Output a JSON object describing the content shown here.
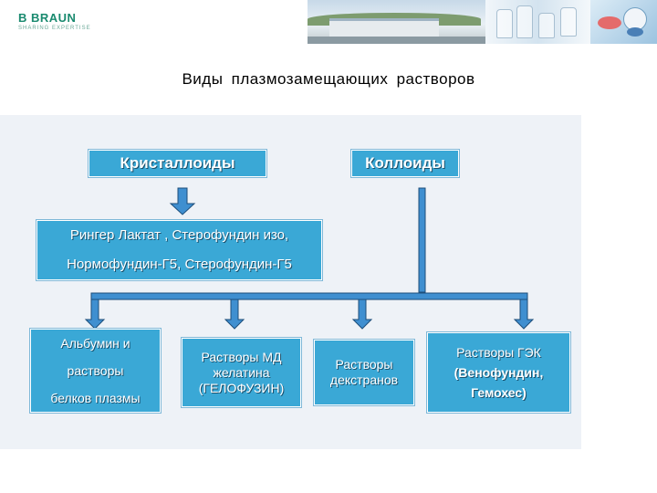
{
  "header": {
    "logo_brand": "B BRAUN",
    "logo_tagline": "SHARING EXPERTISE"
  },
  "title": "Виды плазмозамещающих растворов",
  "diagram": {
    "crystalloids": "Кристаллоиды",
    "colloids": "Коллоиды",
    "crystalloid_examples": {
      "line1": "Рингер Лактат , Стерофундин изо,",
      "line2": "Нормофундин-Г5, Стерофундин-Г5"
    },
    "albumin": {
      "line1": "Альбумин и",
      "line2": "растворы",
      "line3": "белков плазмы"
    },
    "gelatin": {
      "line1": "Растворы МД",
      "line2": "желатина",
      "line3": "(ГЕЛОФУЗИН)"
    },
    "dextran": {
      "line1": "Растворы",
      "line2": "декстранов"
    },
    "hes": {
      "line1": "Растворы ГЭК",
      "line2": "(Венофундин,",
      "line3": "Гемохес)"
    }
  },
  "colors": {
    "box_fill": "#3aa8d6",
    "arrow_fill": "#3f8fd0",
    "panel": "#eef2f7",
    "logo": "#1a8a6f"
  }
}
